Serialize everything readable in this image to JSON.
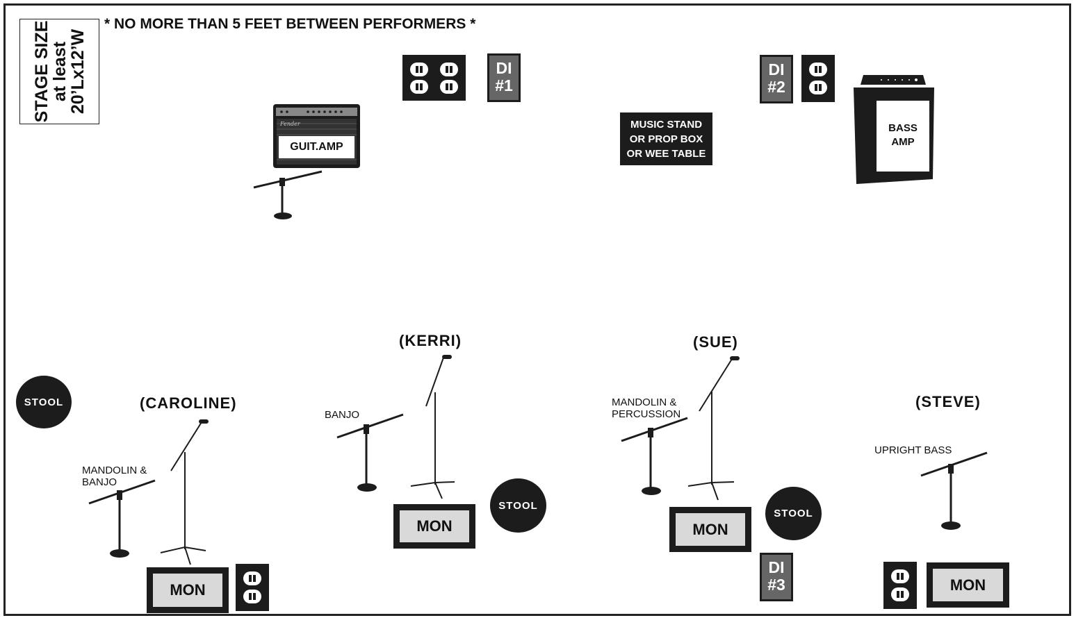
{
  "stage_size": {
    "line1": "STAGE SIZE",
    "line2": "at least",
    "line3": "20’Lx12’W"
  },
  "note": "* NO MORE THAN 5 FEET BETWEEN PERFORMERS *",
  "di": {
    "d1a": "DI",
    "d1b": "#1",
    "d2a": "DI",
    "d2b": "#2",
    "d3a": "DI",
    "d3b": "#3"
  },
  "guitar_amp": {
    "label": "GUIT.AMP",
    "brand": "Fender"
  },
  "bass_amp": {
    "line1": "BASS",
    "line2": "AMP"
  },
  "music_stand": {
    "line1": "MUSIC STAND",
    "line2": "OR PROP BOX",
    "line3": "OR WEE TABLE"
  },
  "performers": {
    "caroline": {
      "name": "(CAROLINE)",
      "inst1": "MANDOLIN &",
      "inst2": "BANJO"
    },
    "kerri": {
      "name": "(KERRI)",
      "inst1": "BANJO"
    },
    "sue": {
      "name": "(SUE)",
      "inst1": "MANDOLIN &",
      "inst2": "PERCUSSION"
    },
    "steve": {
      "name": "(STEVE)",
      "inst1": "UPRIGHT BASS"
    }
  },
  "monitor_label": "MON",
  "stool_label": "STOOL"
}
